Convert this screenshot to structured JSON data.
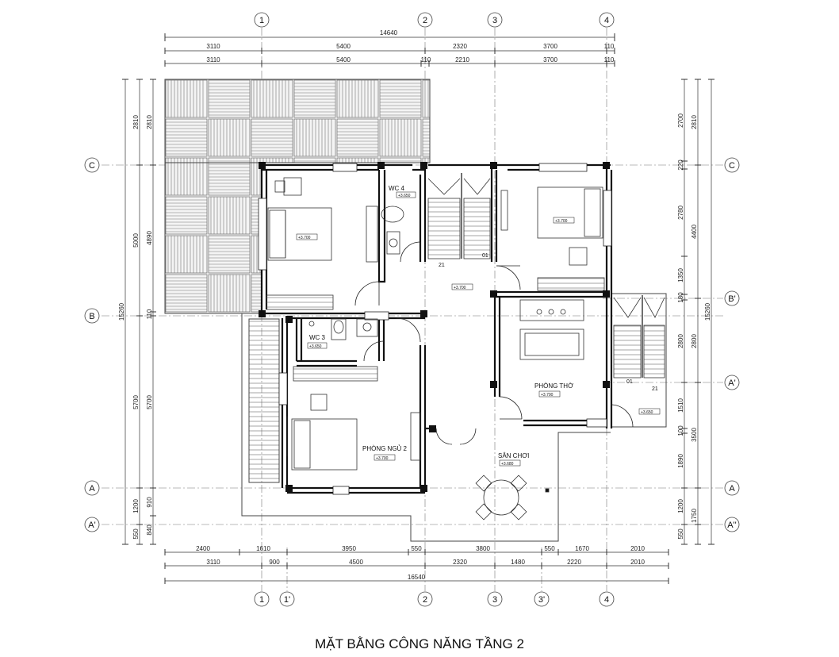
{
  "title": "MẶT BẰNG CÔNG NĂNG TẦNG 2",
  "axes_top": [
    "1",
    "2",
    "3",
    "4"
  ],
  "axes_bottom": [
    "1",
    "1'",
    "2",
    "3",
    "3'",
    "4"
  ],
  "axes_left": [
    "C",
    "B",
    "A",
    "A'"
  ],
  "axes_right": [
    "C",
    "B'",
    "A'",
    "A",
    "A''"
  ],
  "dims_top": {
    "overall": "14640",
    "row1": [
      "3110",
      "5400",
      "2320",
      "3700",
      "110"
    ],
    "row2": [
      "3110",
      "5400",
      "110",
      "2210",
      "3700",
      "110"
    ]
  },
  "dims_bottom": {
    "row1": [
      "2400",
      "1610",
      "3950",
      "550",
      "3800",
      "550",
      "1670",
      "2010"
    ],
    "row2": [
      "3110",
      "900",
      "4500",
      "2320",
      "1480",
      "2220",
      "2010"
    ],
    "overall": "16540"
  },
  "dims_left": {
    "overall": "15260",
    "outer": [
      "2810",
      "5000",
      "5700",
      "1200",
      "550"
    ],
    "inner": [
      "2810",
      "4890",
      "110",
      "5700",
      "910",
      "840"
    ]
  },
  "dims_right": {
    "overall": "15260",
    "outer": [
      "2810",
      "4400",
      "2800",
      "3500",
      "1750",
      "550"
    ],
    "inner": [
      "2700",
      "220",
      "2780",
      "1350",
      "180",
      "2800",
      "1510",
      "100",
      "1890",
      "1200"
    ]
  },
  "rooms": {
    "wc4": "WC 4",
    "wc3": "WC 3",
    "bedroom2": "PHÒNG NGỦ 2",
    "worship": "PHÒNG THỜ",
    "playground": "SÂN CHƠI"
  },
  "levels": {
    "bedroom1": "+3.700",
    "wc4": "+3.650",
    "hall": "+3.700",
    "bedroom3": "+3.700",
    "wc3": "+3.650",
    "bedroom2": "+3.700",
    "worship": "+3.700",
    "terrace": "+3.650",
    "playground": "+3.680"
  },
  "stairs": {
    "main_up": "21",
    "main_down": "01",
    "side_up": "21",
    "side_down": "01"
  }
}
